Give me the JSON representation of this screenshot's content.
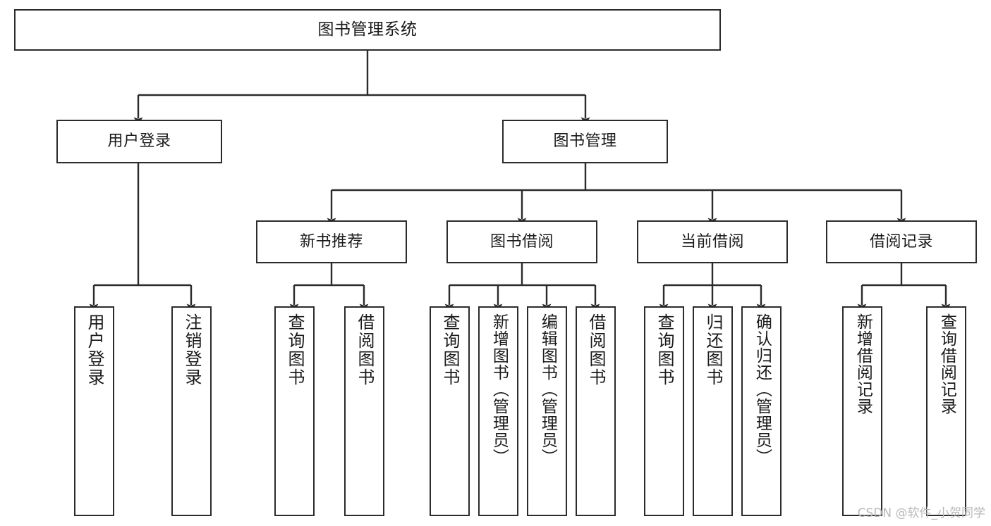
{
  "diagram": {
    "title": "图书管理系统",
    "type": "tree",
    "root": {
      "label": "图书管理系统"
    },
    "level2": [
      {
        "label": "用户登录"
      },
      {
        "label": "图书管理"
      }
    ],
    "level3": [
      {
        "label": "新书推荐"
      },
      {
        "label": "图书借阅"
      },
      {
        "label": "当前借阅"
      },
      {
        "label": "借阅记录"
      }
    ],
    "leaves_user_login": [
      {
        "label": "用户登录"
      },
      {
        "label": "注销登录"
      }
    ],
    "leaves_new_book": [
      {
        "label": "查询图书"
      },
      {
        "label": "借阅图书"
      }
    ],
    "leaves_borrow": [
      {
        "label": "查询图书"
      },
      {
        "label": "新增图书（管理员）"
      },
      {
        "label": "编辑图书（管理员）"
      },
      {
        "label": "借阅图书"
      }
    ],
    "leaves_current": [
      {
        "label": "查询图书"
      },
      {
        "label": "归还图书"
      },
      {
        "label": "确认归还（管理员）"
      }
    ],
    "leaves_record": [
      {
        "label": "新增借阅记录"
      },
      {
        "label": "查询借阅记录"
      }
    ]
  },
  "watermark": {
    "text": "CSDN @软件_小贺同学"
  },
  "colors": {
    "stroke": "#2b2b2b",
    "fill": "#ffffff",
    "text": "#1a1a1a",
    "watermark": "#b9b9b9"
  }
}
